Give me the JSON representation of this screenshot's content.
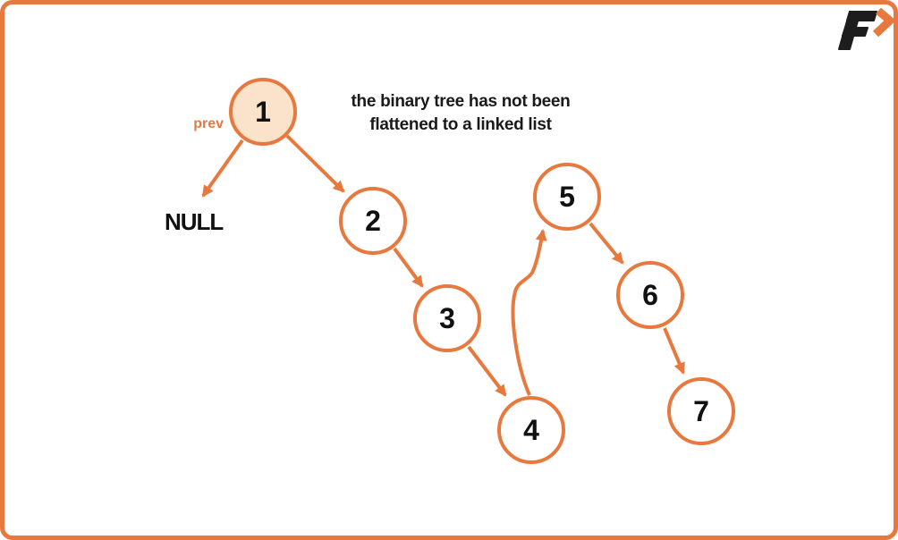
{
  "frame": {
    "border_color": "#E8793E",
    "background": "#FFFFFF"
  },
  "icons": {
    "logo": "f-arrow-logo"
  },
  "caption": {
    "line1": "the binary tree has not been",
    "line2": "flattened to a linked list"
  },
  "labels": {
    "prev": "prev",
    "null": "NULL"
  },
  "colors": {
    "accent_orange": "#E8793E",
    "node_fill_highlight": "#FBE3CB",
    "node_fill": "#FFFFFF",
    "text_black": "#111111",
    "logo_black": "#1D1D1D"
  },
  "diagram": {
    "type": "binary-tree-flatten-step",
    "prev_pointer": {
      "label": "prev",
      "at_node": "1"
    },
    "nodes": [
      {
        "id": "1",
        "label": "1",
        "highlighted": true
      },
      {
        "id": "2",
        "label": "2",
        "highlighted": false
      },
      {
        "id": "3",
        "label": "3",
        "highlighted": false
      },
      {
        "id": "4",
        "label": "4",
        "highlighted": false
      },
      {
        "id": "5",
        "label": "5",
        "highlighted": false
      },
      {
        "id": "6",
        "label": "6",
        "highlighted": false
      },
      {
        "id": "7",
        "label": "7",
        "highlighted": false
      }
    ],
    "edges": [
      {
        "from": "1",
        "to": "NULL",
        "style": "straight"
      },
      {
        "from": "1",
        "to": "2",
        "style": "straight"
      },
      {
        "from": "2",
        "to": "3",
        "style": "straight"
      },
      {
        "from": "3",
        "to": "4",
        "style": "straight"
      },
      {
        "from": "4",
        "to": "5",
        "style": "curved"
      },
      {
        "from": "5",
        "to": "6",
        "style": "straight"
      },
      {
        "from": "6",
        "to": "7",
        "style": "straight"
      }
    ]
  }
}
